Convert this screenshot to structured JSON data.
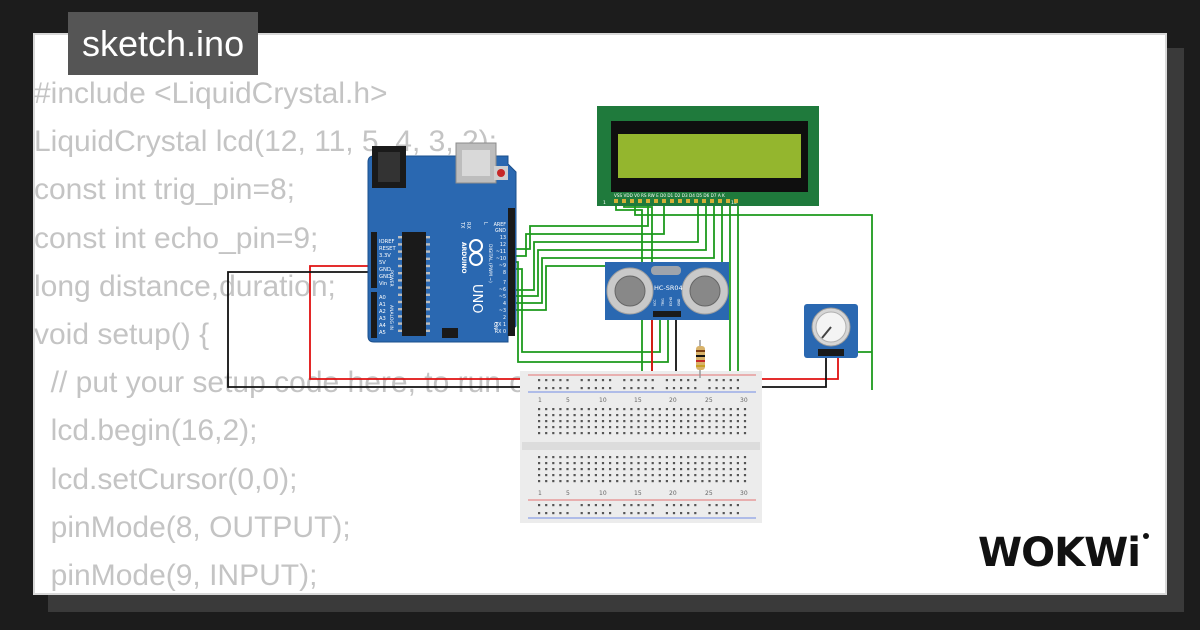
{
  "tab": {
    "filename": "sketch.ino"
  },
  "code": {
    "lines": [
      "#include <LiquidCrystal.h>",
      "LiquidCrystal lcd(12, 11, 5, 4, 3, 2);",
      "const int trig_pin=8;",
      "const int echo_pin=9;",
      "long distance,duration;",
      "void setup() {",
      "  // put your setup code here, to run once:",
      "  lcd.begin(16,2);",
      "  lcd.setCursor(0,0);",
      "  pinMode(8, OUTPUT);",
      "  pinMode(9, INPUT);"
    ]
  },
  "circuit": {
    "arduino": {
      "brand": "ARDUINO",
      "model": "UNO",
      "power_label": "POWER",
      "analog_label": "ANALOG IN",
      "digital_label": "DIGITAL (PWM ~)",
      "power_pins": [
        "IOREF",
        "RESET",
        "3.3V",
        "5V",
        "GND",
        "GND",
        "Vin"
      ],
      "analog_pins": [
        "A0",
        "A1",
        "A2",
        "A3",
        "A4",
        "A5"
      ],
      "digital_pins": [
        "AREF",
        "GND",
        "13",
        "12",
        "~11",
        "~10",
        "~9",
        "8",
        "7",
        "~6",
        "~5",
        "4",
        "~3",
        "2",
        "TX 1",
        "RX 0"
      ],
      "tx_label": "TX",
      "rx_label": "RX",
      "l_label": "L",
      "on_label": "ON"
    },
    "lcd": {
      "pins_label": "VSS VDD V0 RS RW E D0 D1 D2 D3 D4 D5 D6 D7 A K",
      "first_pin": "1",
      "last_pin": "16"
    },
    "sensor": {
      "model": "HC-SR04",
      "pins": [
        "VCC",
        "TRIG",
        "ECHO",
        "GND"
      ]
    },
    "breadboard": {
      "column_numbers": [
        "1",
        "5",
        "10",
        "15",
        "20",
        "25",
        "30"
      ]
    }
  },
  "brand": {
    "logo_text": "WOKWi"
  },
  "colors": {
    "background": "#1c1c1c",
    "card": "#ffffff",
    "tab_bg": "#555555",
    "code_text": "#c4c4c4",
    "arduino_board": "#2a68b1",
    "lcd_board": "#1f7a3c",
    "lcd_screen": "#94b62e",
    "sensor_board": "#2a68b1",
    "wire_green": "#1d9a1d",
    "wire_red": "#e01010",
    "wire_black": "#111111"
  }
}
